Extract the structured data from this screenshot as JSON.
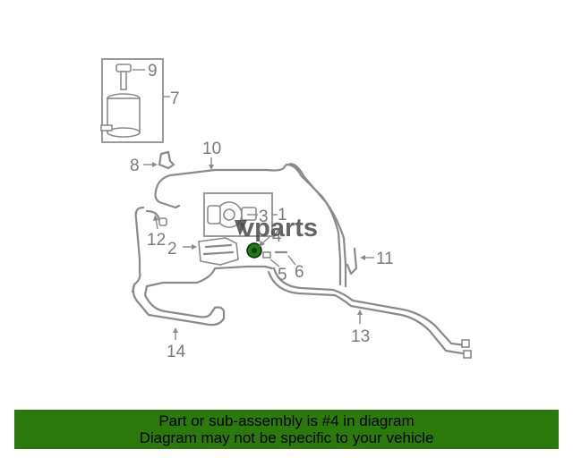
{
  "diagram": {
    "callouts": {
      "c1": "1",
      "c2": "2",
      "c3": "3",
      "c4": "4",
      "c5": "5",
      "c6": "6",
      "c7": "7",
      "c8": "8",
      "c9": "9",
      "c10": "10",
      "c11": "11",
      "c12": "12",
      "c13": "13",
      "c14": "14"
    },
    "highlighted_part": "4",
    "highlight_color": "#1e7a12",
    "part_stroke_color": "#8a8a8a"
  },
  "watermark": {
    "text": "vparts"
  },
  "banner": {
    "line1": "Part or sub-assembly is #4 in diagram",
    "line2": "Diagram may not be specific to your vehicle",
    "background": "#2b7a0b"
  }
}
